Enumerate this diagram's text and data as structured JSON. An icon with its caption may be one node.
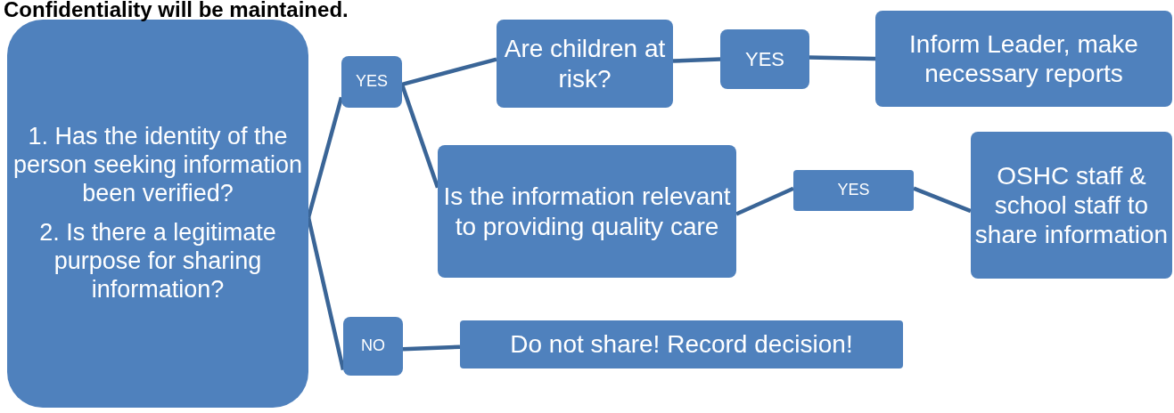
{
  "diagram": {
    "nodes": [
      {
        "text": [
          "1. Has the identity of the person seeking information been verified?",
          "2. Is there a legitimate purpose for sharing information?"
        ]
      },
      {
        "text": [
          "YES"
        ]
      },
      {
        "text": [
          "Are children at risk?"
        ]
      },
      {
        "text": [
          "YES"
        ]
      },
      {
        "text": [
          "Inform Leader, make necessary reports"
        ]
      },
      {
        "text": [
          "Is the information relevant to providing quality care"
        ]
      },
      {
        "text": [
          "YES"
        ]
      },
      {
        "text": [
          "OSHC staff & school staff to share information"
        ]
      },
      {
        "text": [
          "NO"
        ]
      },
      {
        "text": [
          "Do not share! Record decision!"
        ]
      }
    ],
    "edges": [
      {
        "from": 0,
        "to": 1,
        "arrow": "none"
      },
      {
        "from": 0,
        "to": 8,
        "arrow": "none"
      },
      {
        "from": 1,
        "to": 2,
        "arrow": "none"
      },
      {
        "from": 1,
        "to": 5,
        "arrow": "none"
      },
      {
        "from": 2,
        "to": 3,
        "arrow": "none"
      },
      {
        "from": 3,
        "to": 4,
        "arrow": "none"
      },
      {
        "from": 5,
        "to": 6,
        "arrow": "none"
      },
      {
        "from": 6,
        "to": 7,
        "arrow": "none"
      },
      {
        "from": 8,
        "to": 9,
        "arrow": "none"
      }
    ],
    "labels": [
      "Confidentiality will be maintained."
    ]
  }
}
